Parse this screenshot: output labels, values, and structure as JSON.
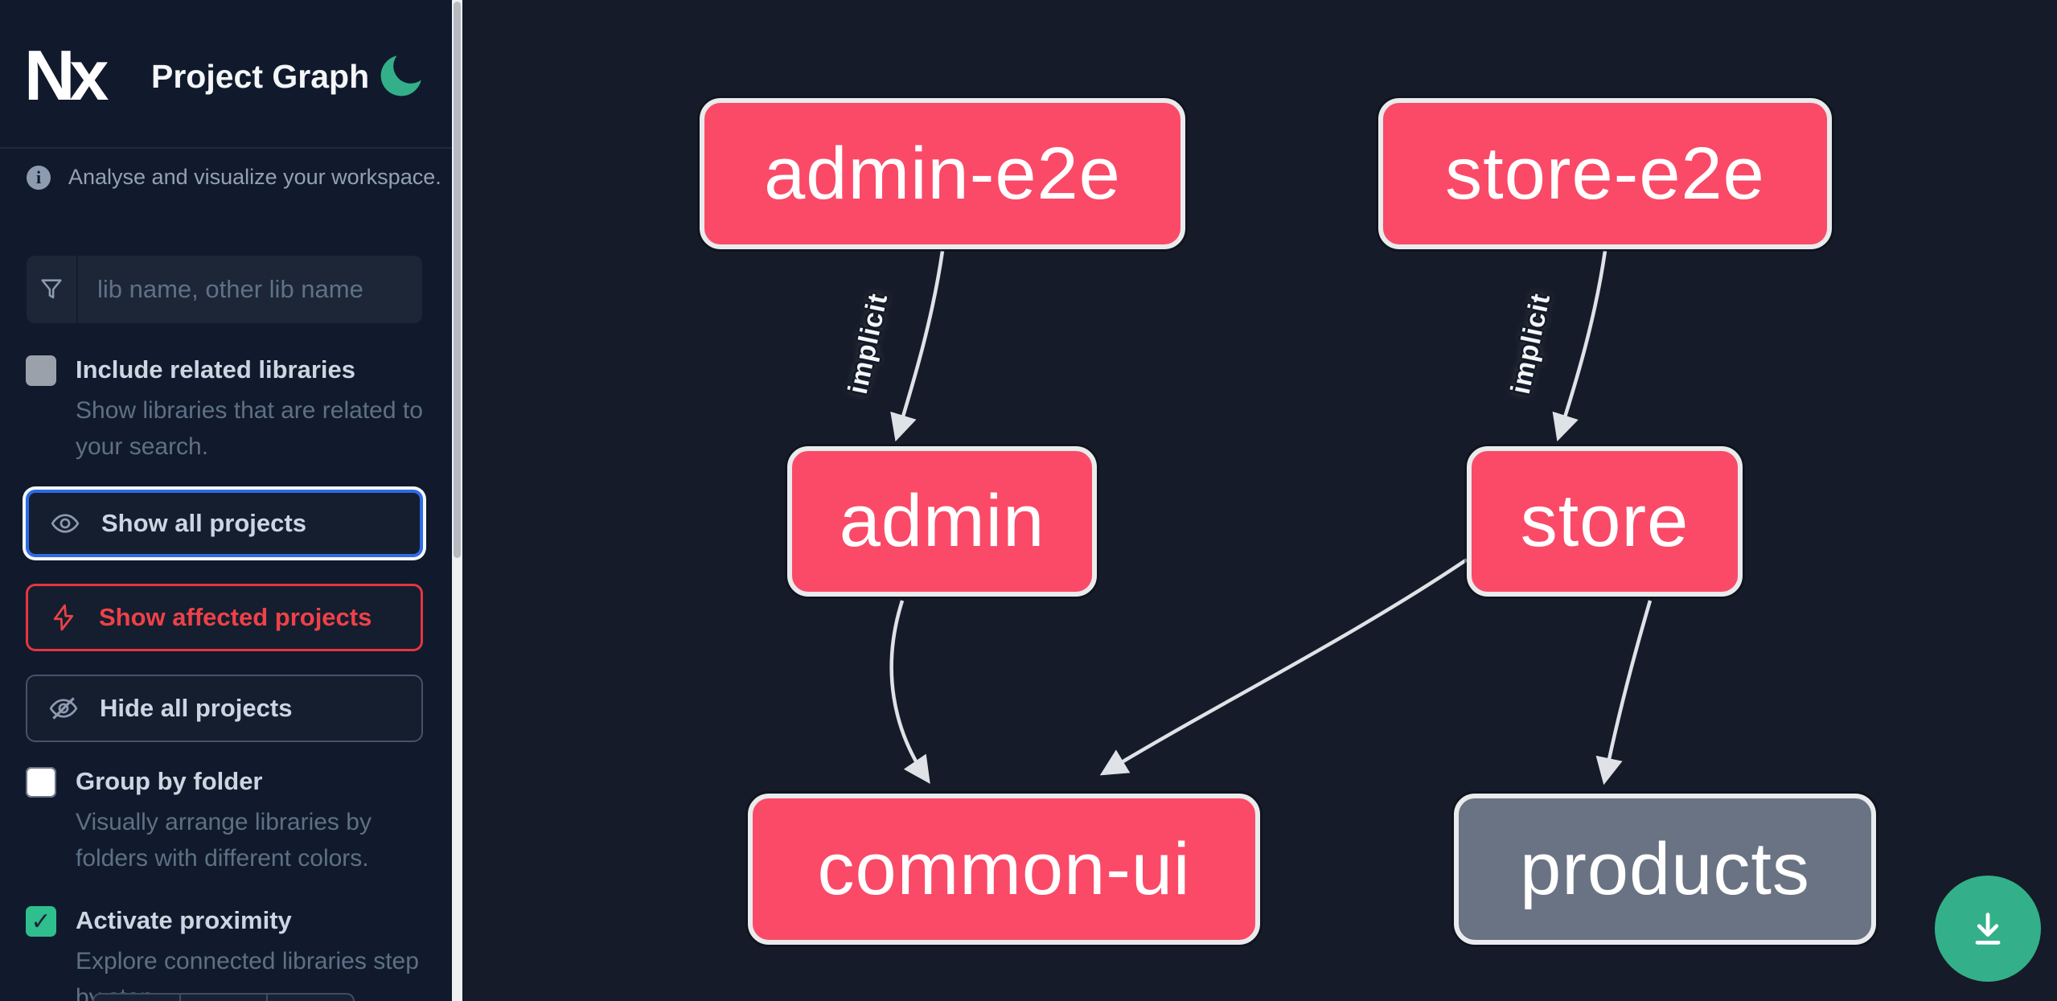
{
  "header": {
    "logo_text": "Nx",
    "title": "Project Graph",
    "theme_icon": "moon-icon"
  },
  "intro": {
    "icon": "info-icon",
    "text": "Analyse and visualize your workspace."
  },
  "search": {
    "icon": "filter-funnel-icon",
    "placeholder": "lib name, other lib name",
    "value": ""
  },
  "options": [
    {
      "label": "Include related libraries",
      "description": "Show libraries that are related to your search.",
      "checked": false
    },
    {
      "label": "Group by folder",
      "description": "Visually arrange libraries by folders with different colors.",
      "checked": false
    },
    {
      "label": "Activate proximity",
      "description": "Explore connected libraries step by step.",
      "checked": true,
      "check_glyph": "✓"
    }
  ],
  "actions": [
    {
      "label": "Show all projects",
      "icon": "eye-icon",
      "state": "focused"
    },
    {
      "label": "Show affected projects",
      "icon": "bolt-icon",
      "state": "danger"
    },
    {
      "label": "Hide all projects",
      "icon": "eye-off-icon",
      "state": "default"
    }
  ],
  "graph": {
    "nodes": [
      {
        "id": "admin-e2e",
        "label": "admin-e2e",
        "status": "affected"
      },
      {
        "id": "store-e2e",
        "label": "store-e2e",
        "status": "affected"
      },
      {
        "id": "admin",
        "label": "admin",
        "status": "affected"
      },
      {
        "id": "store",
        "label": "store",
        "status": "affected"
      },
      {
        "id": "common-ui",
        "label": "common-ui",
        "status": "affected"
      },
      {
        "id": "products",
        "label": "products",
        "status": "normal"
      }
    ],
    "edges": [
      {
        "from": "admin-e2e",
        "to": "admin",
        "label": "implicit"
      },
      {
        "from": "store-e2e",
        "to": "store",
        "label": "implicit"
      },
      {
        "from": "admin",
        "to": "common-ui",
        "label": ""
      },
      {
        "from": "store",
        "to": "common-ui",
        "label": ""
      },
      {
        "from": "store",
        "to": "products",
        "label": ""
      }
    ]
  },
  "download": {
    "icon": "download-icon"
  },
  "colors": {
    "accent_green": "#33b089",
    "affected_pink": "#fa4a67",
    "normal_gray": "#6a7383",
    "focus_blue": "#2c6be8",
    "danger_red": "#ef4148",
    "edge_gray": "#dfe2e6",
    "sidebar_bg": "#101a2c",
    "canvas_bg": "#151b28"
  }
}
